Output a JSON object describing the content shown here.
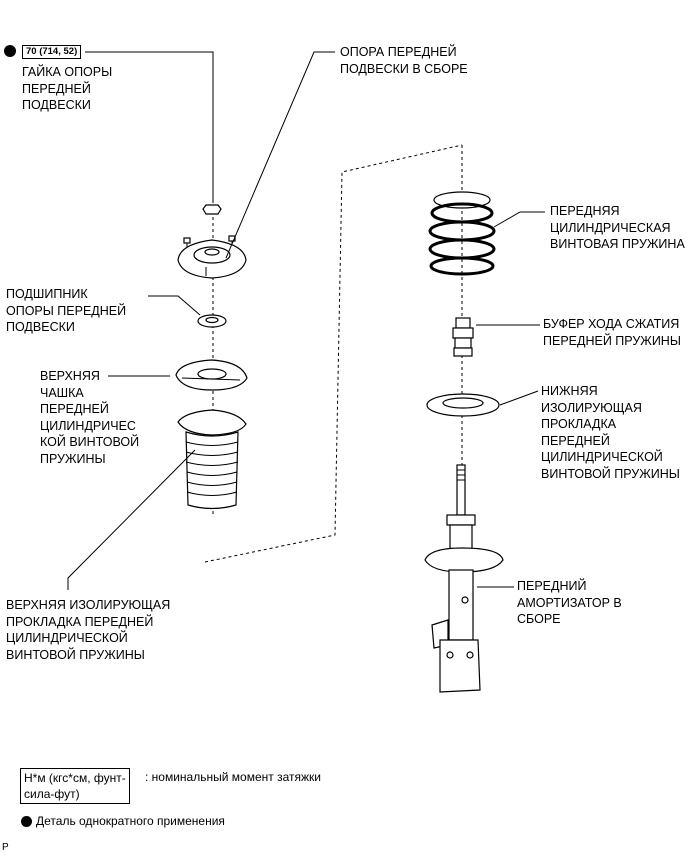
{
  "torque_spec": "70 (714, 52)",
  "labels": {
    "nut": "ГАЙКА ОПОРЫ\nПЕРЕДНЕЙ\nПОДВЕСКИ",
    "support": "ОПОРА ПЕРЕДНЕЙ\nПОДВЕСКИ В СБОРЕ",
    "bearing": "ПОДШИПНИК\nОПОРЫ ПЕРЕДНЕЙ\nПОДВЕСКИ",
    "upper_seat": "ВЕРХНЯЯ\nЧАШКА\nПЕРЕДНЕЙ\nЦИЛИНДРИЧЕС\nКОЙ ВИНТОВОЙ\nПРУЖИНЫ",
    "upper_insulator": "ВЕРХНЯЯ ИЗОЛИРУЮЩАЯ\nПРОКЛАДКА ПЕРЕДНЕЙ\nЦИЛИНДРИЧЕСКОЙ\nВИНТОВОЙ ПРУЖИНЫ",
    "coil_spring": "ПЕРЕДНЯЯ\nЦИЛИНДРИЧЕСКАЯ\nВИНТОВАЯ ПРУЖИНА",
    "bumper": "БУФЕР ХОДА СЖАТИЯ\nПЕРЕДНЕЙ ПРУЖИНЫ",
    "lower_insulator": "НИЖНЯЯ\nИЗОЛИРУЮЩАЯ\nПРОКЛАДКА\nПЕРЕДНЕЙ\nЦИЛИНДРИЧЕСКОЙ\nВИНТОВОЙ ПРУЖИНЫ",
    "absorber": "ПЕРЕДНИЙ\nАМОРТИЗАТОР В\nСБОРЕ"
  },
  "legend": {
    "torque_unit": "Н*м (кгс*см, фунт-\nсила-фут)",
    "torque_desc": ": номинальный момент затяжки",
    "single_use": "Деталь однократного применения"
  },
  "footer_code": "P"
}
